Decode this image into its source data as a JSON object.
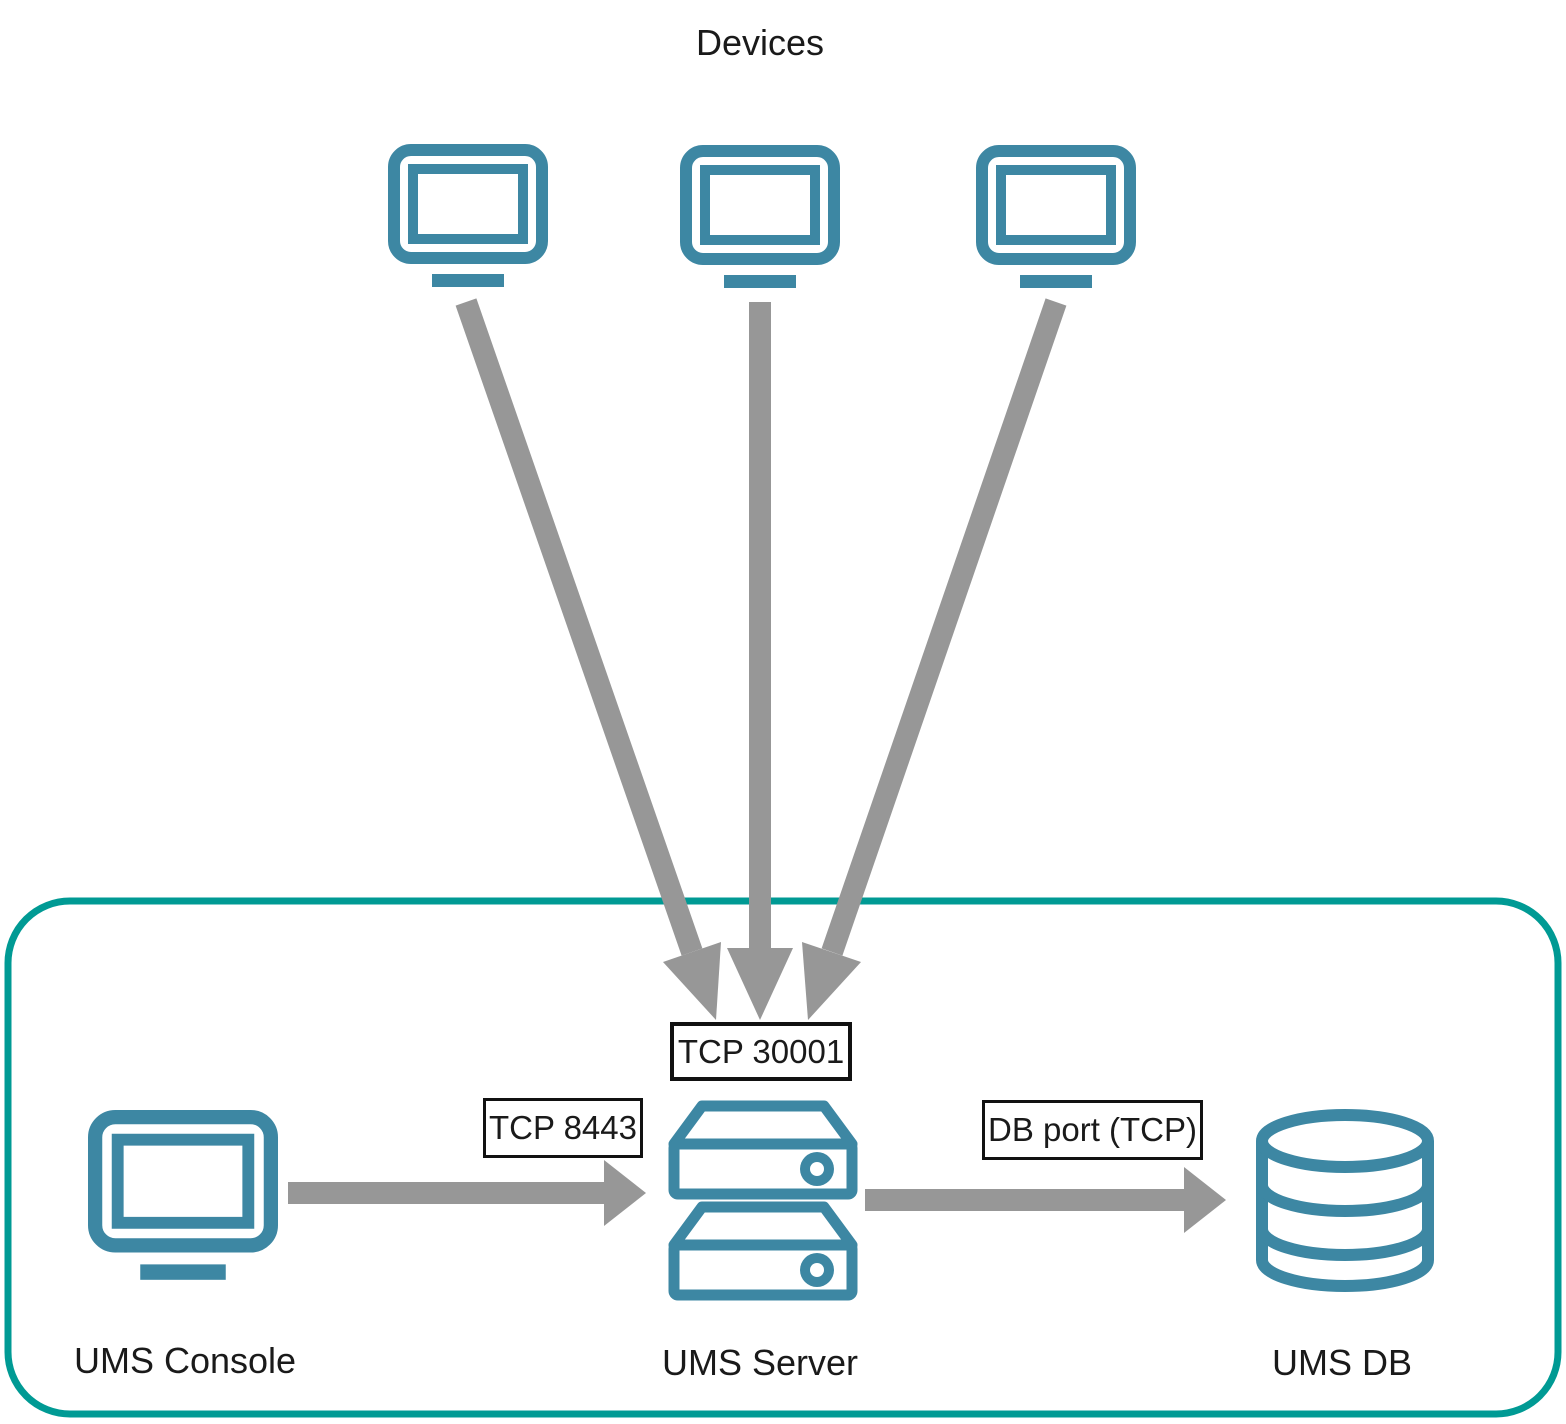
{
  "diagram": {
    "title": "Devices",
    "nodes": [
      {
        "id": "device-1",
        "icon": "monitor-icon",
        "label": ""
      },
      {
        "id": "device-2",
        "icon": "monitor-icon",
        "label": ""
      },
      {
        "id": "device-3",
        "icon": "monitor-icon",
        "label": ""
      },
      {
        "id": "ums-console",
        "icon": "monitor-icon",
        "label": "UMS Console"
      },
      {
        "id": "ums-server",
        "icon": "server-icon",
        "label": "UMS Server"
      },
      {
        "id": "ums-db",
        "icon": "database-icon",
        "label": "UMS DB"
      }
    ],
    "labels": {
      "ums_console": "UMS Console",
      "ums_server": "UMS Server",
      "ums_db": "UMS DB"
    },
    "ports": {
      "devices_to_server": "TCP 30001",
      "console_to_server": "TCP 8443",
      "server_to_db": "DB port (TCP)"
    },
    "edges": [
      {
        "from": "device-1",
        "to": "ums-server",
        "port": "TCP 30001"
      },
      {
        "from": "device-2",
        "to": "ums-server",
        "port": "TCP 30001"
      },
      {
        "from": "device-3",
        "to": "ums-server",
        "port": "TCP 30001"
      },
      {
        "from": "ums-console",
        "to": "ums-server",
        "port": "TCP 8443"
      },
      {
        "from": "ums-server",
        "to": "ums-db",
        "port": "DB port (TCP)"
      }
    ]
  },
  "colors": {
    "iconTeal": "#3d87a3",
    "boundaryTeal": "#009a94",
    "arrowGray": "#979797",
    "textBlack": "#1a1a1a",
    "boxBorder": "#111111"
  }
}
